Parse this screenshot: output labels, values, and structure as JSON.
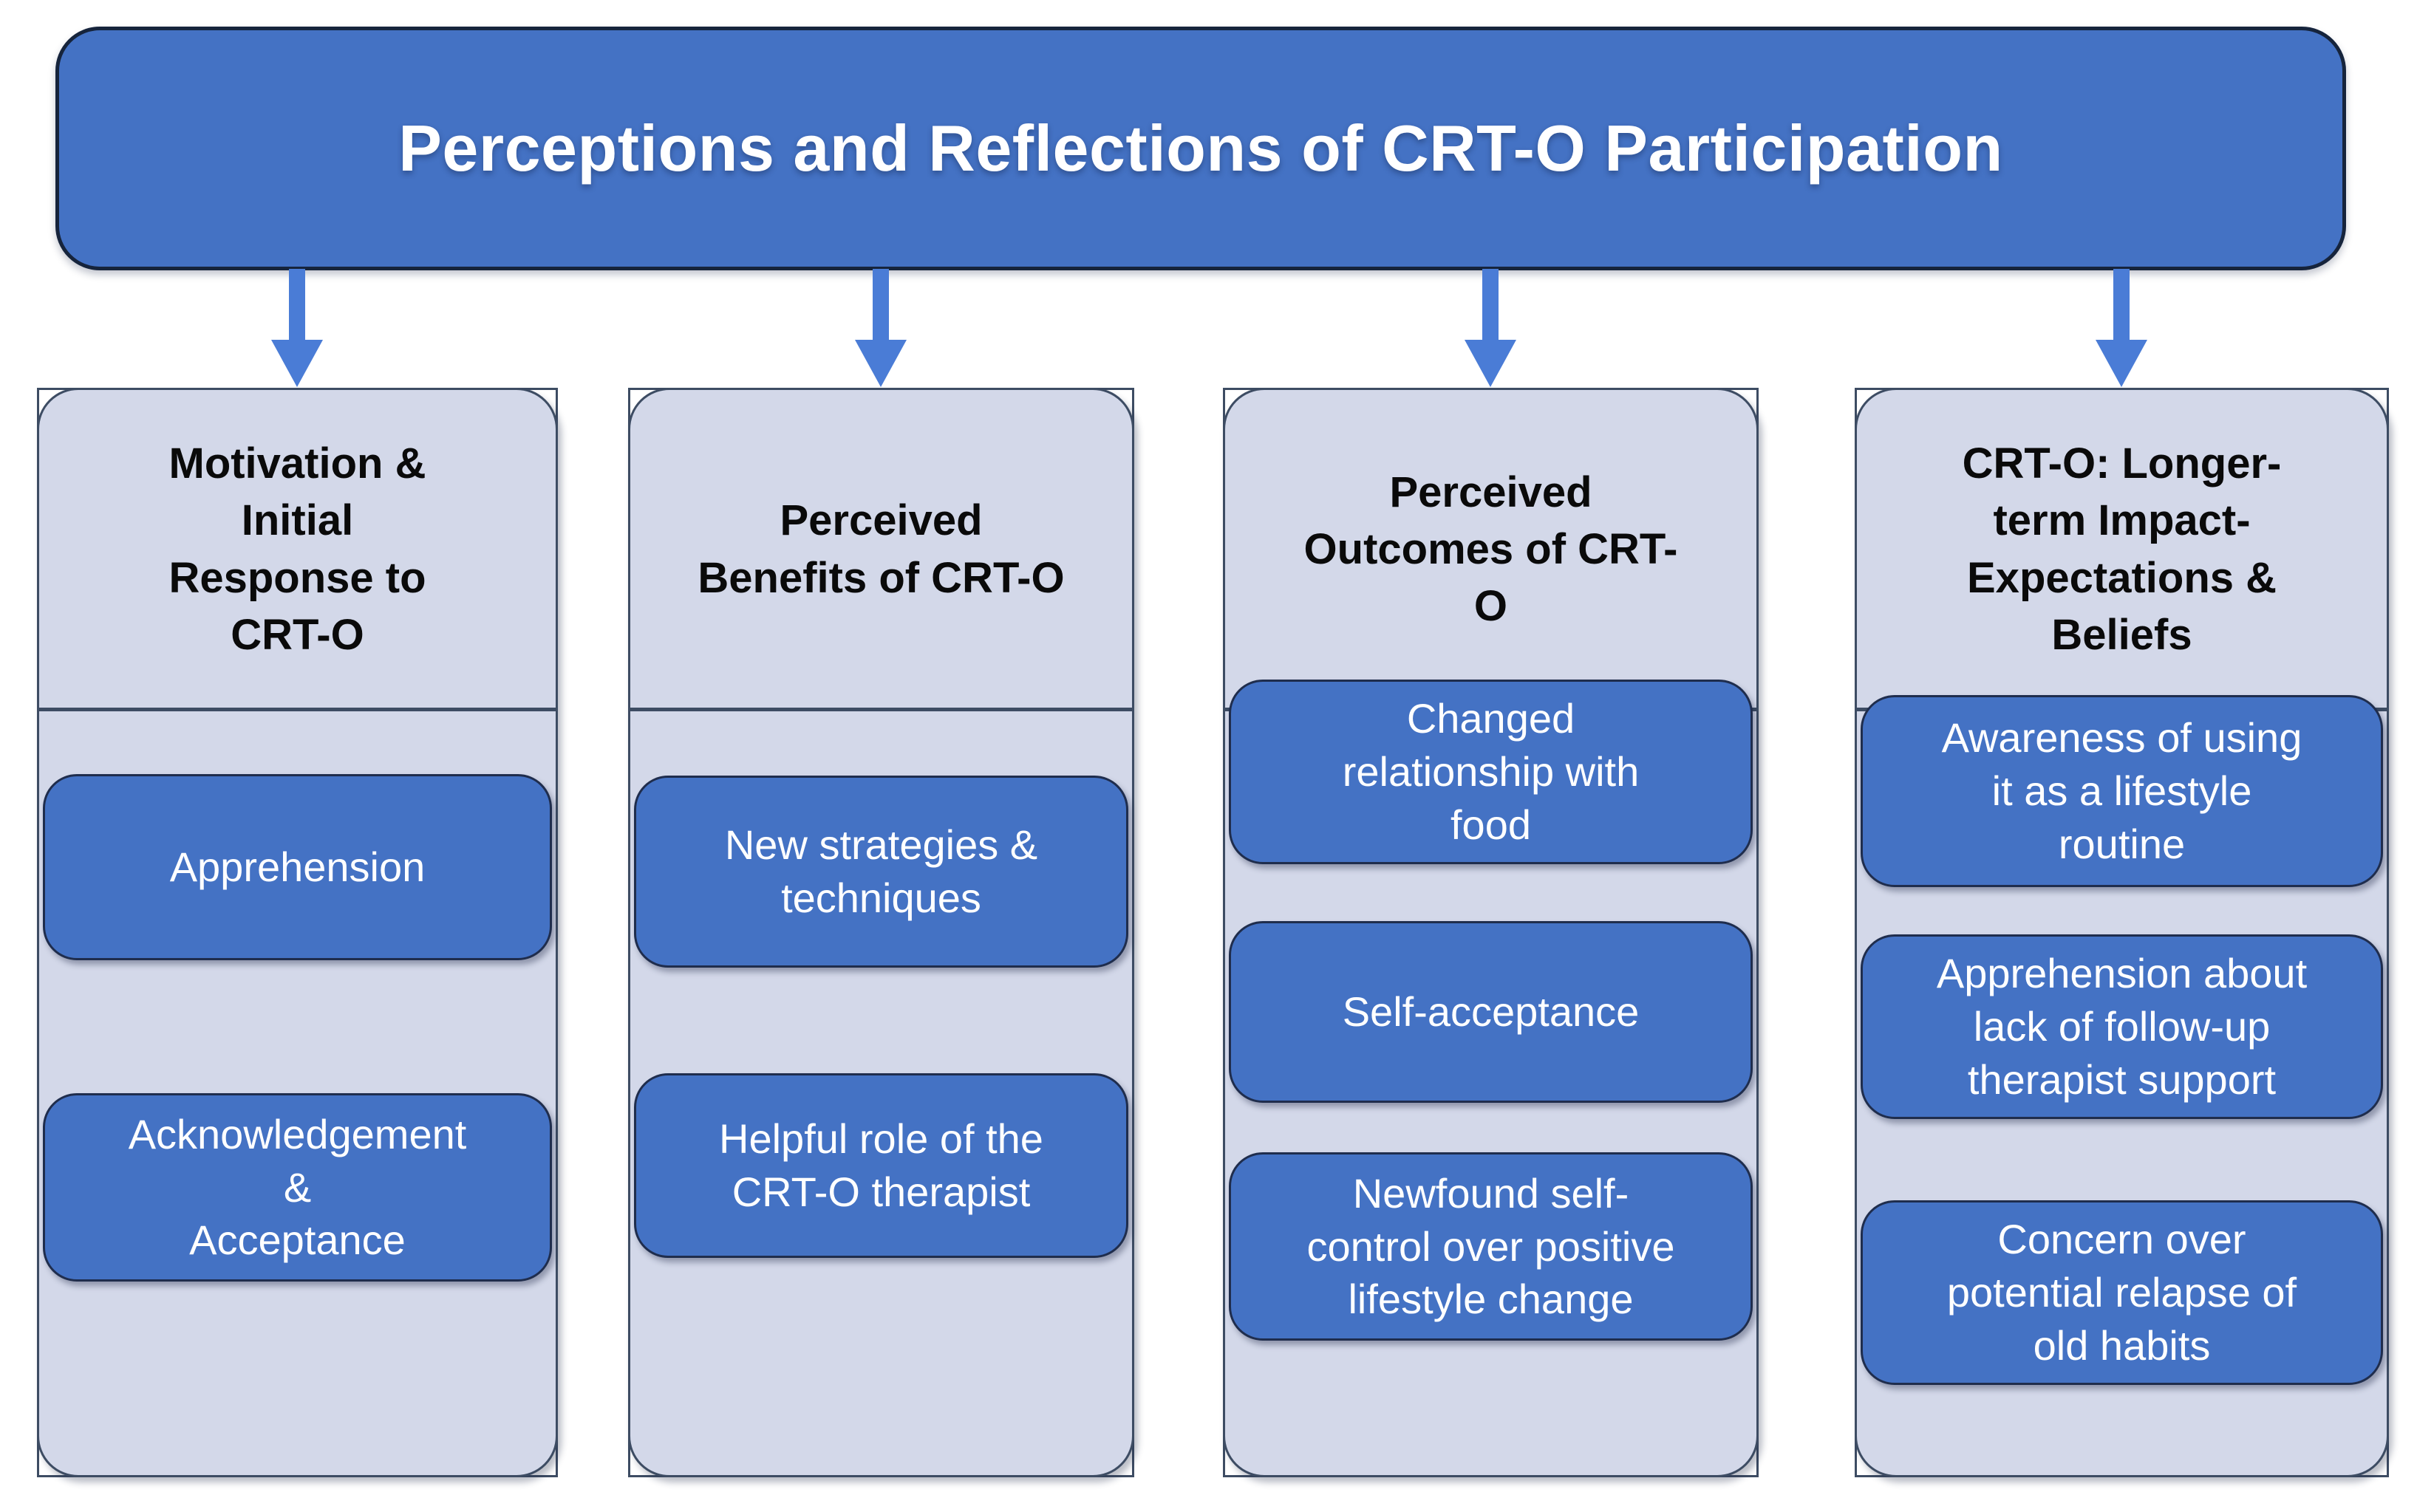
{
  "title": "Perceptions and Reflections of CRT-O Participation",
  "colors": {
    "blue": "#4472C4",
    "light": "#D3D8E9",
    "line": "#3D4C63",
    "boxline": "#1F2D4D",
    "bannerline": "#16243C",
    "arrow": "#4A7CD6"
  },
  "columns": [
    {
      "header": "Motivation &\nInitial\nResponse to\nCRT-O",
      "boxes": [
        "Apprehension",
        "Acknowledgement\n&\nAcceptance"
      ]
    },
    {
      "header": "Perceived\nBenefits of CRT-O",
      "boxes": [
        "New strategies &\ntechniques",
        "Helpful role of the\nCRT-O therapist"
      ]
    },
    {
      "header": "Perceived\nOutcomes of CRT-\nO",
      "boxes": [
        "Changed\nrelationship with\nfood",
        "Self-acceptance",
        "Newfound self-\ncontrol over positive\nlifestyle change"
      ]
    },
    {
      "header": "CRT-O: Longer-\nterm Impact-\nExpectations &\nBeliefs",
      "boxes": [
        "Awareness of using\nit as a lifestyle\nroutine",
        "Apprehension about\nlack of follow-up\ntherapist support",
        "Concern over\npotential relapse of\nold habits"
      ]
    }
  ]
}
